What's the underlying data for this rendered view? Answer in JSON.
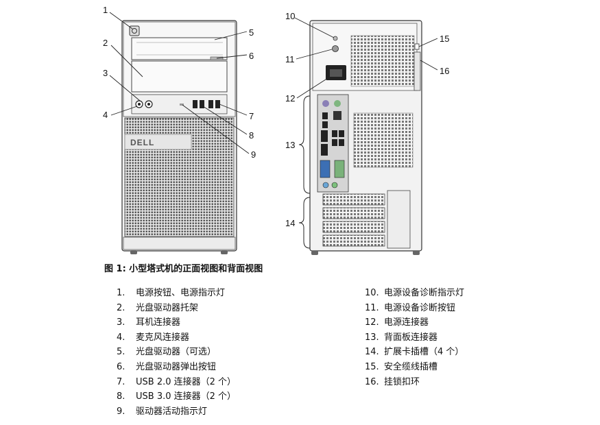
{
  "caption": "图 1: 小型塔式机的正面视图和背面视图",
  "brand_logo": "DELL",
  "callouts": [
    "1",
    "2",
    "3",
    "4",
    "5",
    "6",
    "7",
    "8",
    "9",
    "10",
    "11",
    "12",
    "13",
    "14",
    "15",
    "16"
  ],
  "legend": [
    {
      "num": "1.",
      "text": "电源按钮、电源指示灯"
    },
    {
      "num": "2.",
      "text": "光盘驱动器托架"
    },
    {
      "num": "3.",
      "text": "耳机连接器"
    },
    {
      "num": "4.",
      "text": "麦克风连接器"
    },
    {
      "num": "5.",
      "text": "光盘驱动器（可选）"
    },
    {
      "num": "6.",
      "text": "光盘驱动器弹出按钮"
    },
    {
      "num": "7.",
      "text": "USB 2.0 连接器（2 个）"
    },
    {
      "num": "8.",
      "text": "USB 3.0 连接器（2 个）"
    },
    {
      "num": "9.",
      "text": "驱动器活动指示灯"
    },
    {
      "num": "10.",
      "text": "电源设备诊断指示灯"
    },
    {
      "num": "11.",
      "text": "电源设备诊断按钮"
    },
    {
      "num": "12.",
      "text": "电源连接器"
    },
    {
      "num": "13.",
      "text": "背面板连接器"
    },
    {
      "num": "14.",
      "text": "扩展卡插槽（4 个）"
    },
    {
      "num": "15.",
      "text": "安全缆线插槽"
    },
    {
      "num": "16.",
      "text": "挂锁扣环"
    }
  ]
}
